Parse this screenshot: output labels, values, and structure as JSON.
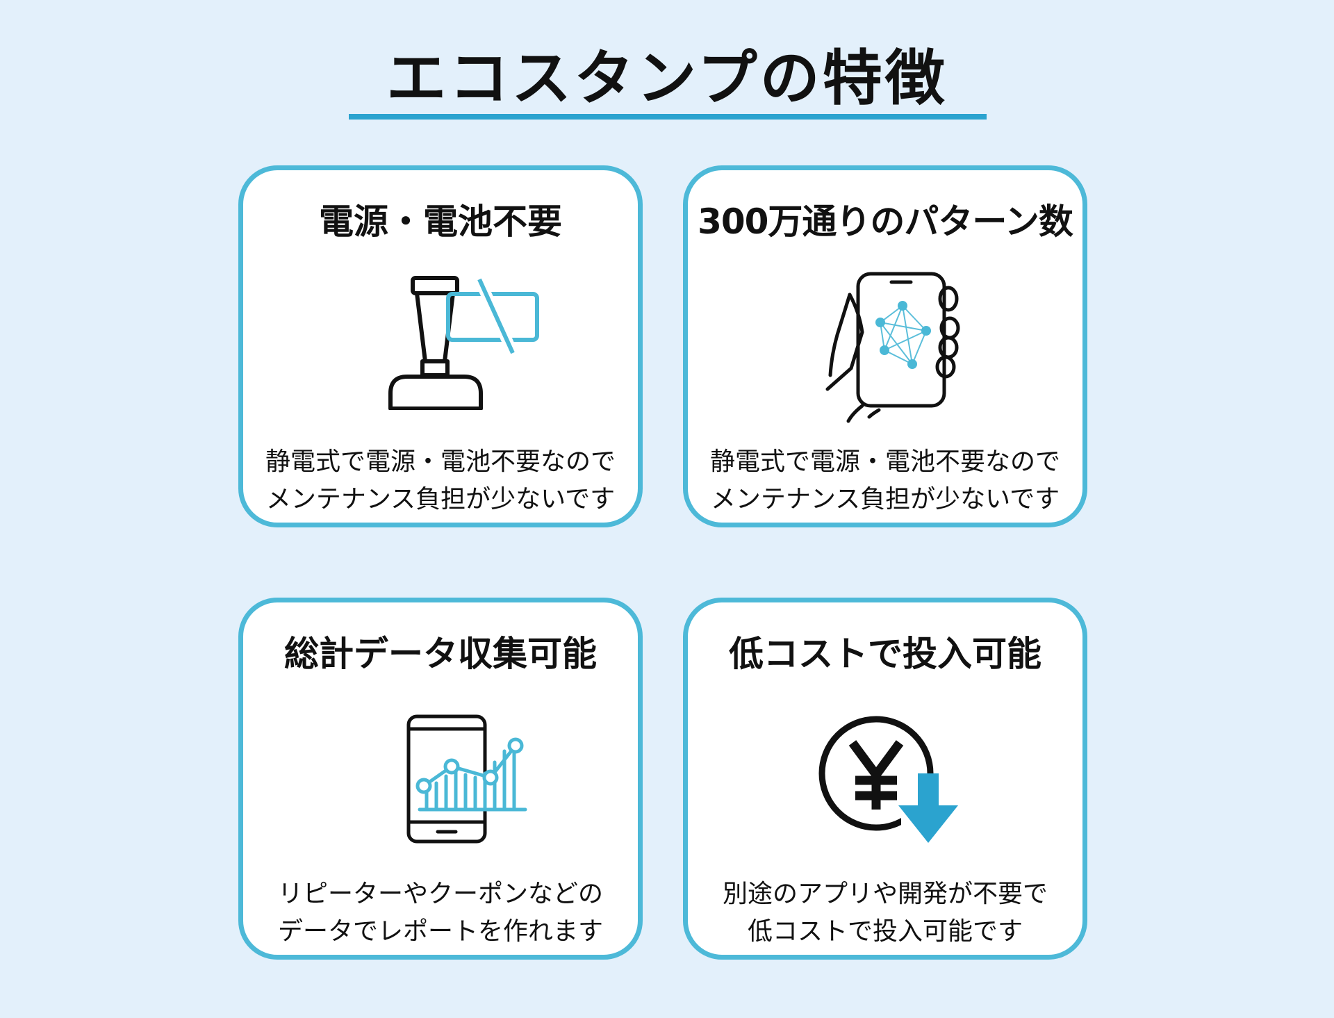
{
  "page": {
    "title": "エコスタンプの特徴"
  },
  "colors": {
    "background": "#e3f0fb",
    "accent": "#2ba3cf",
    "card_border": "#4db9d8",
    "icon_accent": "#4ab8d6"
  },
  "cards": [
    {
      "heading": "電源・電池不要",
      "icon": "stamp-no-battery-icon",
      "lines": [
        "静電式で電源・電池不要なので",
        "メンテナンス負担が少ないです"
      ]
    },
    {
      "heading": "300万通りのパターン数",
      "icon": "hand-holding-smartphone-network-icon",
      "lines": [
        "静電式で電源・電池不要なので",
        "メンテナンス負担が少ないです"
      ]
    },
    {
      "heading": "総計データ収集可能",
      "icon": "smartphone-analytics-chart-icon",
      "lines": [
        "リピーターやクーポンなどの",
        "データでレポートを作れます"
      ]
    },
    {
      "heading": "低コストで投入可能",
      "icon": "yen-down-arrow-icon",
      "lines": [
        "別途のアプリや開発が不要で",
        "低コストで投入可能です"
      ]
    }
  ]
}
